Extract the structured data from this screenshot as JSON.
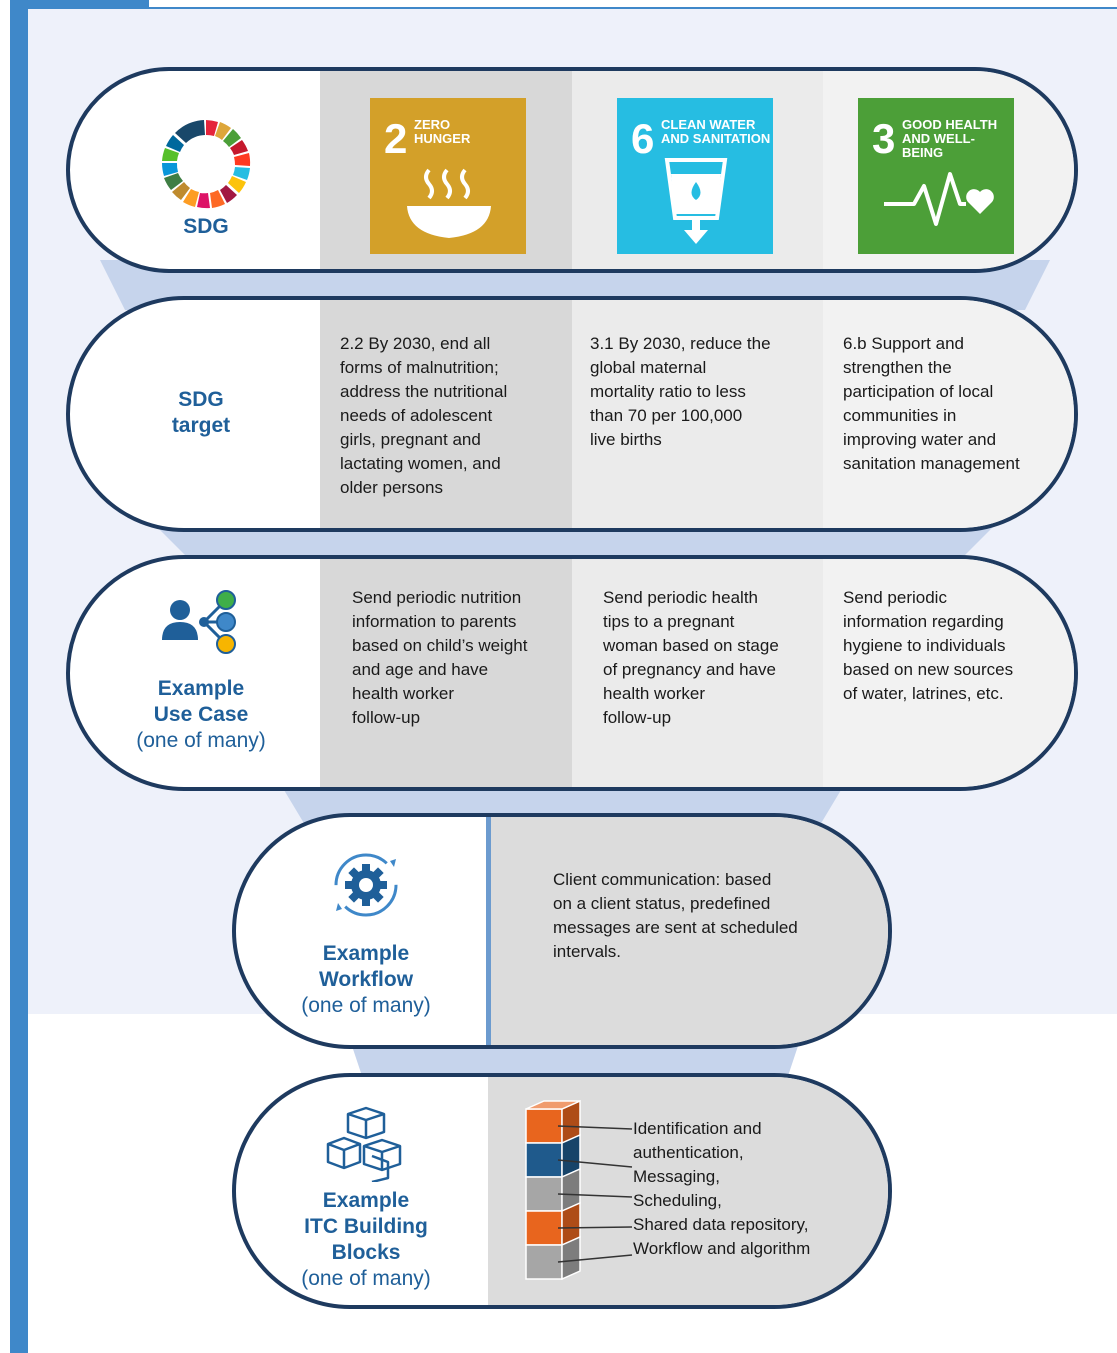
{
  "rows": {
    "sdg": {
      "label": "SDG",
      "goals": [
        {
          "number": "2",
          "title": "ZERO\nHUNGER",
          "color": "#d3a029",
          "icon": "bowl-icon"
        },
        {
          "number": "6",
          "title": "CLEAN WATER\nAND SANITATION",
          "color": "#26bde2",
          "icon": "water-glass-icon"
        },
        {
          "number": "3",
          "title": "GOOD HEALTH\nAND WELL-BEING",
          "color": "#4c9f38",
          "icon": "heartbeat-icon"
        }
      ]
    },
    "target": {
      "label_line1": "SDG",
      "label_line2": "target",
      "texts": [
        "2.2 By 2030, end all\nforms of malnutrition;\naddress the nutritional\nneeds of adolescent\ngirls, pregnant and\nlactating women, and\nolder persons",
        "3.1 By 2030, reduce the\nglobal maternal\nmortality ratio to less\nthan 70 per 100,000\nlive births",
        "6.b Support and\nstrengthen the\nparticipation of local\ncommunities in\nimproving water and\nsanitation management"
      ]
    },
    "usecase": {
      "label_line1": "Example",
      "label_line2": "Use Case",
      "label_sub": "(one of many)",
      "icon": "user-share-icon",
      "texts": [
        "Send periodic nutrition\ninformation to parents\nbased on child’s weight\nand age and have\nhealth worker\nfollow-up",
        "Send periodic health\ntips to a pregnant\nwoman based on stage\nof pregnancy and have\nhealth worker\nfollow-up",
        "Send periodic\ninformation regarding\nhygiene to individuals\nbased on new sources\nof water, latrines, etc."
      ]
    },
    "workflow": {
      "label_line1": "Example",
      "label_line2": "Workflow",
      "label_sub": "(one of many)",
      "icon": "gear-cycle-icon",
      "text": "Client communication: based\non a client status, predefined\nmessages are sent at scheduled\nintervals."
    },
    "blocks": {
      "label_line1": "Example",
      "label_line2": "ITC Building",
      "label_line3": "Blocks",
      "label_sub": "(one of many)",
      "icon": "cubes-icon",
      "items": [
        "Identification and",
        "authentication,",
        "Messaging,",
        "Scheduling,",
        "Shared data repository,",
        "Workflow and algorithm"
      ],
      "stack_colors": [
        "#e8651e",
        "#1f5a8c",
        "#a6a6a6",
        "#e8651e",
        "#a6a6a6"
      ]
    }
  }
}
